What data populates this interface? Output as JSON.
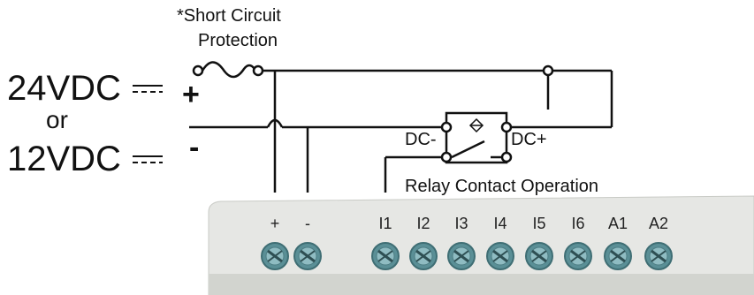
{
  "protection_label_line1": "*Short Circuit",
  "protection_label_line2": "Protection",
  "supply": {
    "v24": "24VDC",
    "or": "or",
    "v12": "12VDC",
    "dc_symbol": "⎓",
    "plus": "+",
    "minus": "-"
  },
  "relay": {
    "dc_minus": "DC-",
    "dc_plus": "DC+",
    "caption": "Relay Contact Operation",
    "symbol": "⇕"
  },
  "terminals": [
    "+",
    "-",
    "I1",
    "I2",
    "I3",
    "I4",
    "I5",
    "I6",
    "A1",
    "A2"
  ],
  "colors": {
    "wire": "#111111",
    "terminal_block": "#e6e7e4",
    "screw": "#5a8f96"
  }
}
